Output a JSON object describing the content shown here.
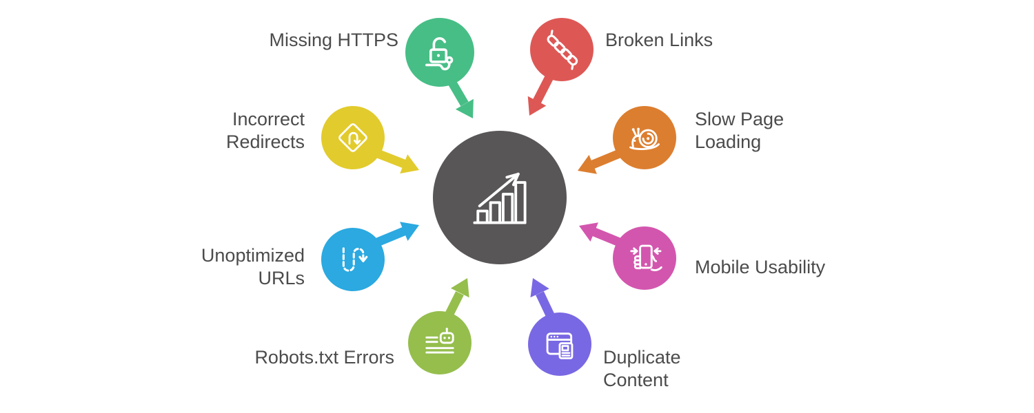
{
  "background": "#ffffff",
  "text_color": "#4b4b4b",
  "center": {
    "name": "seo-growth-hub",
    "icon": "growth-bar-chart-icon",
    "color": "#595657"
  },
  "nodes": [
    {
      "id": "missing-https",
      "label_line1": "Missing HTTPS",
      "color": "#47BE86",
      "icon": "unlocked-padlock-icon"
    },
    {
      "id": "broken-links",
      "label_line1": "Broken Links",
      "color": "#DD5855",
      "icon": "broken-chain-icon"
    },
    {
      "id": "incorrect-redirects",
      "label_line1": "Incorrect",
      "label_line2": "Redirects",
      "color": "#E2CB2D",
      "icon": "u-turn-sign-icon"
    },
    {
      "id": "slow-page-loading",
      "label_line1": "Slow Page",
      "label_line2": "Loading",
      "color": "#DC7E2F",
      "icon": "snail-icon"
    },
    {
      "id": "unoptimized-urls",
      "label_line1": "Unoptimized",
      "label_line2": "URLs",
      "color": "#2BA9E0",
      "icon": "winding-route-icon"
    },
    {
      "id": "mobile-usability",
      "label_line1": "Mobile Usability",
      "color": "#D356AE",
      "icon": "hand-holding-phone-icon"
    },
    {
      "id": "robots-txt-errors",
      "label_line1": "Robots.txt Errors",
      "color": "#95BE4D",
      "icon": "robot-document-icon"
    },
    {
      "id": "duplicate-content",
      "label_line1": "Duplicate",
      "label_line2": "Content",
      "color": "#7968E3",
      "icon": "browser-duplicate-icon"
    }
  ]
}
